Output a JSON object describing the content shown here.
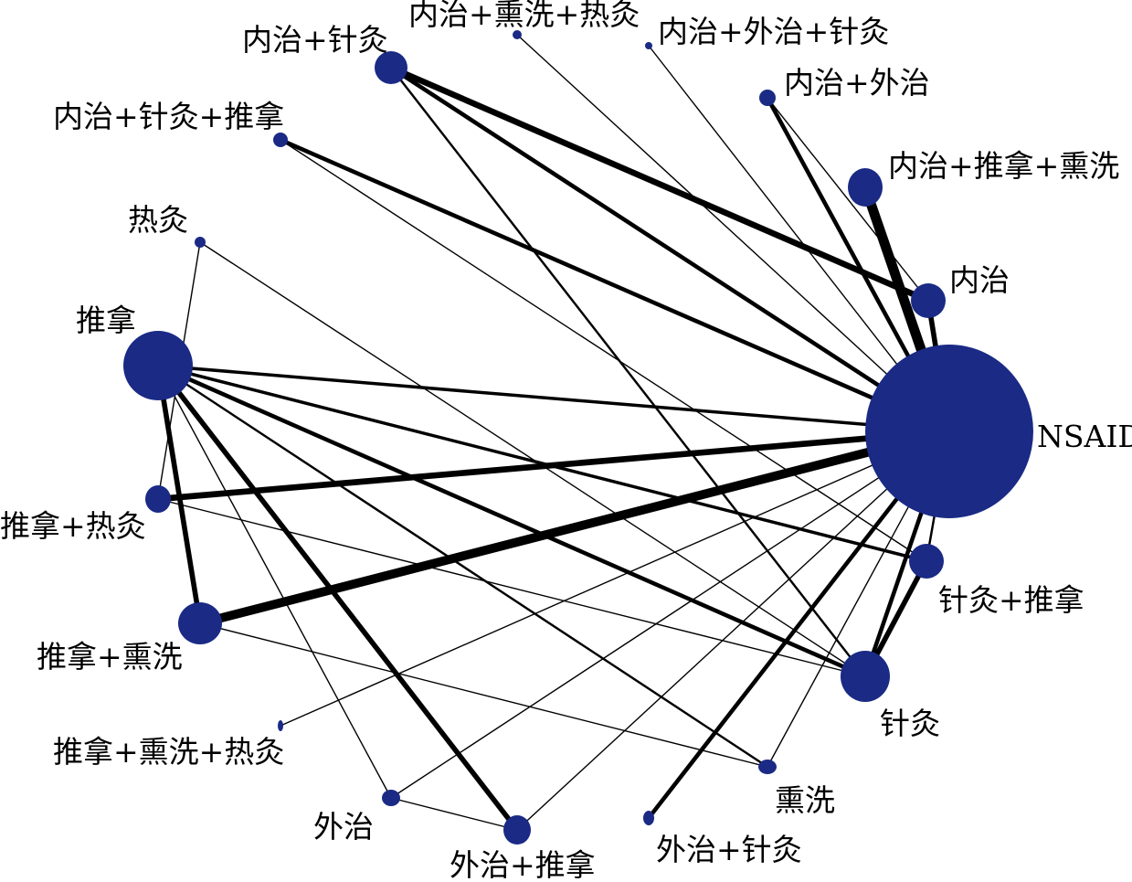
{
  "diagram": {
    "type": "network-meta-analysis",
    "colors": {
      "node_fill": "#1a2a85",
      "edge_stroke": "#000000",
      "label_text": "#000000"
    },
    "nodes": [
      {
        "id": "neizhi_zhenjiu",
        "label": "内治+针灸"
      },
      {
        "id": "neizhi_xunxi_rejiu",
        "label": "内治+熏洗+热灸"
      },
      {
        "id": "neizhi_waizhi_zhenjiu",
        "label": "内治+外治+针灸"
      },
      {
        "id": "neizhi_waizhi",
        "label": "内治+外治"
      },
      {
        "id": "neizhi_zhenjiu_tuina",
        "label": "内治+针灸+推拿"
      },
      {
        "id": "neizhi_tuina_xunxi",
        "label": "内治+推拿+熏洗"
      },
      {
        "id": "rejiu",
        "label": "热灸"
      },
      {
        "id": "neizhi",
        "label": "内治"
      },
      {
        "id": "tuina",
        "label": "推拿"
      },
      {
        "id": "nsaid",
        "label": "NSAID"
      },
      {
        "id": "tuina_rejiu",
        "label": "推拿+热灸"
      },
      {
        "id": "zhenjiu_tuina",
        "label": "针灸+推拿"
      },
      {
        "id": "tuina_xunxi",
        "label": "推拿+熏洗"
      },
      {
        "id": "zhenjiu",
        "label": "针灸"
      },
      {
        "id": "tuina_xunxi_rejiu",
        "label": "推拿+熏洗+热灸"
      },
      {
        "id": "xunxi",
        "label": "熏洗"
      },
      {
        "id": "waizhi",
        "label": "外治"
      },
      {
        "id": "waizhi_zhenjiu",
        "label": "外治+针灸"
      },
      {
        "id": "waizhi_tuina",
        "label": "外治+推拿"
      }
    ],
    "edges": [
      {
        "from": "neizhi_zhenjiu",
        "to": "nsaid",
        "weight": 4
      },
      {
        "from": "neizhi_zhenjiu",
        "to": "neizhi",
        "weight": 6
      },
      {
        "from": "neizhi_zhenjiu",
        "to": "zhenjiu",
        "weight": 2
      },
      {
        "from": "neizhi_xunxi_rejiu",
        "to": "nsaid",
        "weight": 1
      },
      {
        "from": "neizhi_waizhi_zhenjiu",
        "to": "nsaid",
        "weight": 1
      },
      {
        "from": "neizhi_waizhi",
        "to": "nsaid",
        "weight": 4
      },
      {
        "from": "neizhi_waizhi",
        "to": "neizhi",
        "weight": 1
      },
      {
        "from": "neizhi_zhenjiu_tuina",
        "to": "nsaid",
        "weight": 4
      },
      {
        "from": "neizhi_zhenjiu_tuina",
        "to": "zhenjiu_tuina",
        "weight": 1
      },
      {
        "from": "neizhi_tuina_xunxi",
        "to": "nsaid",
        "weight": 10
      },
      {
        "from": "neizhi",
        "to": "nsaid",
        "weight": 5
      },
      {
        "from": "rejiu",
        "to": "tuina_rejiu",
        "weight": 1
      },
      {
        "from": "rejiu",
        "to": "zhenjiu",
        "weight": 1
      },
      {
        "from": "tuina",
        "to": "nsaid",
        "weight": 3
      },
      {
        "from": "tuina",
        "to": "zhenjiu_tuina",
        "weight": 3
      },
      {
        "from": "tuina",
        "to": "zhenjiu",
        "weight": 4
      },
      {
        "from": "tuina",
        "to": "xunxi",
        "weight": 2
      },
      {
        "from": "tuina",
        "to": "tuina_xunxi",
        "weight": 5
      },
      {
        "from": "tuina",
        "to": "waizhi_tuina",
        "weight": 5
      },
      {
        "from": "tuina",
        "to": "waizhi",
        "weight": 1
      },
      {
        "from": "tuina_rejiu",
        "to": "nsaid",
        "weight": 6
      },
      {
        "from": "tuina_rejiu",
        "to": "zhenjiu",
        "weight": 1
      },
      {
        "from": "tuina_xunxi",
        "to": "nsaid",
        "weight": 9
      },
      {
        "from": "tuina_xunxi",
        "to": "xunxi",
        "weight": 1
      },
      {
        "from": "tuina_xunxi_rejiu",
        "to": "nsaid",
        "weight": 1
      },
      {
        "from": "zhenjiu_tuina",
        "to": "nsaid",
        "weight": 2
      },
      {
        "from": "zhenjiu",
        "to": "nsaid",
        "weight": 4
      },
      {
        "from": "zhenjiu",
        "to": "zhenjiu_tuina",
        "weight": 5
      },
      {
        "from": "xunxi",
        "to": "nsaid",
        "weight": 1
      },
      {
        "from": "waizhi",
        "to": "nsaid",
        "weight": 1
      },
      {
        "from": "waizhi",
        "to": "waizhi_tuina",
        "weight": 1
      },
      {
        "from": "waizhi_zhenjiu",
        "to": "nsaid",
        "weight": 4
      },
      {
        "from": "waizhi_tuina",
        "to": "nsaid",
        "weight": 1
      }
    ]
  }
}
